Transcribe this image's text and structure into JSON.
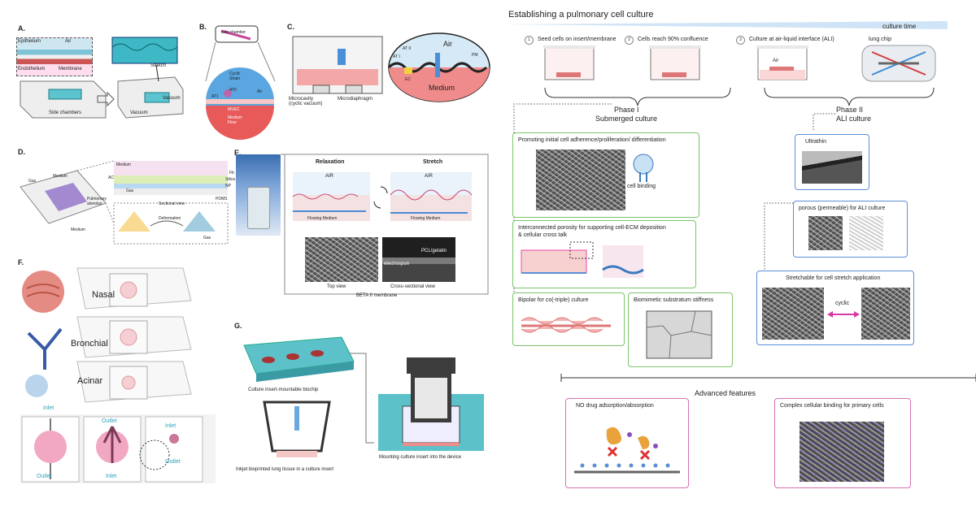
{
  "left": {
    "panelA": {
      "letter": "A.",
      "epithelium": "Epithelium",
      "air": "Air",
      "endothelium": "Endothelium",
      "membrane": "Membrane",
      "stretch": "Stretch",
      "side_chambers": "Side chambers",
      "vacuum1": "Vacuum",
      "vacuum2": "Vacuum"
    },
    "panelB": {
      "letter": "B.",
      "side_chamber": "side chamber",
      "cyclic_strain": "Cyclic\nStrain",
      "air": "Air",
      "at1": "AT1",
      "at2": "ATII",
      "mvec": "MVEC",
      "medium": "Medium\nFlow"
    },
    "panelC": {
      "letter": "C.",
      "air": "Air",
      "at2": "AT II",
      "at1": "AT I",
      "pm": "PM",
      "ec": "EC",
      "medium": "Medium",
      "microcavity": "Microcavity\n(cyclic vacuum)",
      "microdiaphragm": "Microdiaphragm"
    },
    "panelD": {
      "letter": "D.",
      "medium_top": "Medium",
      "gas_in": "Gas",
      "medium_in": "Medium",
      "pulmonary": "Pulmonary\nalveolus",
      "medium_out": "Medium",
      "ac": "AC",
      "pdms": "PDMS",
      "fb": "Fb",
      "silica": "Silica",
      "np": "NP",
      "gas": "Gas",
      "sectional": "Sectional view",
      "deformation": "Deformation",
      "gas2": "Gas"
    },
    "panelE": {
      "letter": "E.",
      "relaxation": "Relaxation",
      "stretch": "Stretch",
      "air1": "AIR",
      "air2": "AIR",
      "flow1": "Flowing Medium",
      "flow2": "Flowing Medium",
      "electrospun": "electrospun",
      "pcl": "PCL/gelatin",
      "top_view": "Top view",
      "cross_view": "Cross-sectional view",
      "membrane": "BETA II membrane"
    },
    "panelF": {
      "letter": "F.",
      "nasal": "Nasal",
      "bronchial": "Bronchial",
      "acinar": "Acinar",
      "inlet1": "Inlet",
      "outlet1": "Outlet",
      "outlet2": "Outlet",
      "inlet2": "Inlet",
      "inlet3": "Inlet",
      "outlet3": "Outlet"
    },
    "panelG": {
      "letter": "G.",
      "biochip": "Culture insert-mountable biochip",
      "inkjet": "Inkjet bioprinted lung tissue in a culture insert",
      "mounting": "Mounting culture insert into the device"
    }
  },
  "right": {
    "title": "Establishing a pulmonary  cell culture",
    "culture_time": "culture time",
    "steps": [
      {
        "num": "1",
        "text": "Seed cells on insert/membrane"
      },
      {
        "num": "2",
        "text": "Cells reach 90% confluence"
      },
      {
        "num": "3",
        "text": "Culture at air-liquid interface (ALI)"
      }
    ],
    "lung_chip": "lung chip",
    "air_label": "Air",
    "phase1": "Phase I",
    "phase1_sub": "Submerged culture",
    "phase2": "Phase II",
    "phase2_sub": "ALI culture",
    "box_adherence": "Promoting initial cell adherence/proliferation/ differentiation",
    "cell_binding": "cell binding",
    "box_porosity": "Interconnected porosity for supporting cell-ECM deposition\n& cellular cross talk",
    "box_bipolar": "Bipolar for co(-triple) culture",
    "box_stiffness": "Biomimetic substratum stiffness",
    "box_ultrathin": "Ultrathin",
    "box_porous": "porous (permeable) for ALI culture",
    "box_stretchable": "Stretchable for cell stretch application",
    "cyclic": "cyclic",
    "advanced": "Advanced features",
    "box_drug": "NO drug adsorption/absorption",
    "box_complex": "Complex cellular binding for  primary cells",
    "colors": {
      "green": "#7cc46b",
      "blue": "#5b8fd6",
      "pink": "#d86fb3",
      "magenta_arrow": "#d63aa6"
    }
  }
}
